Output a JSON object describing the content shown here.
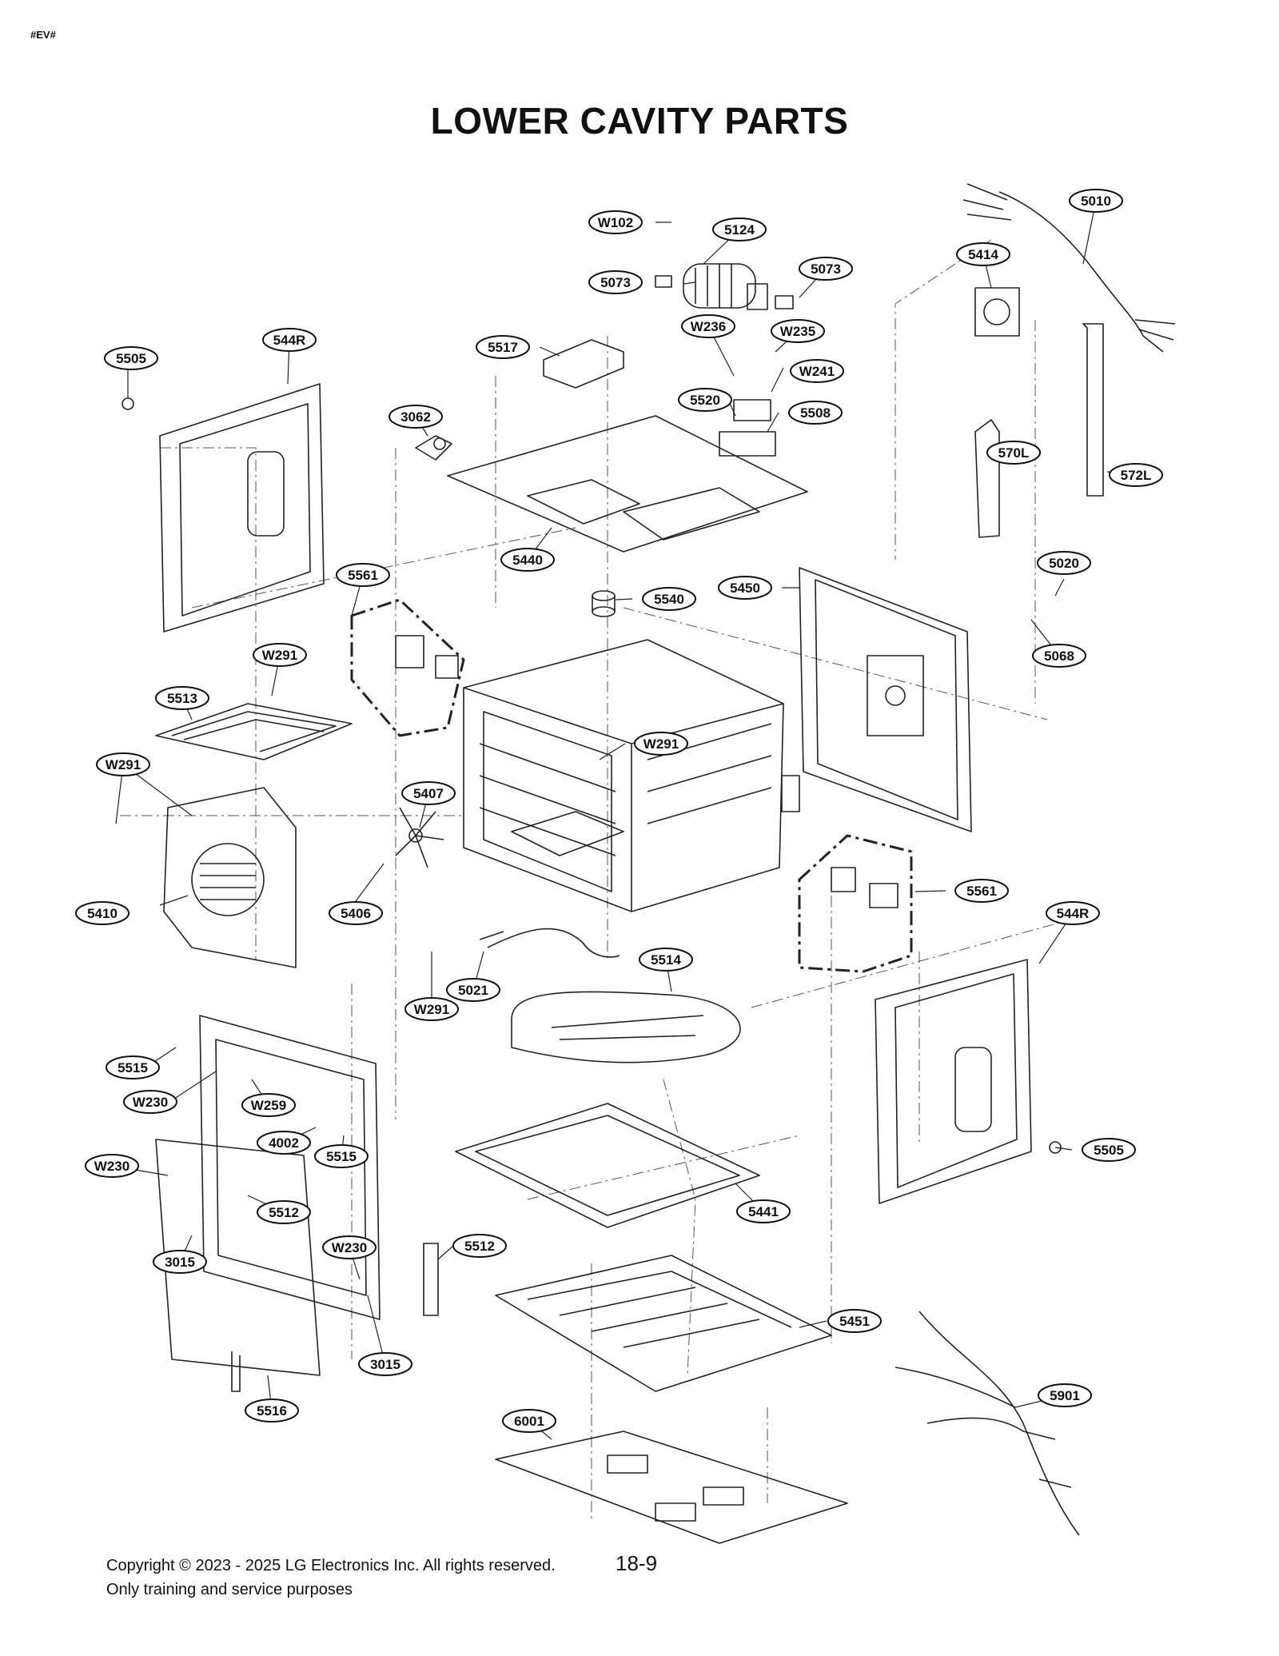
{
  "header": {
    "tag": "#EV#",
    "title": "LOWER CAVITY PARTS"
  },
  "callouts": [
    "5010",
    "W102",
    "5124",
    "5073",
    "5073",
    "5414",
    "W236",
    "W235",
    "5517",
    "W241",
    "5520",
    "5508",
    "5505",
    "544R",
    "3062",
    "570L",
    "572L",
    "5440",
    "5561",
    "5540",
    "5450",
    "5020",
    "5068",
    "W291",
    "5513",
    "W291",
    "W291",
    "5407",
    "5410",
    "5406",
    "5561",
    "544R",
    "5021",
    "W291",
    "5514",
    "5515",
    "W230",
    "W259",
    "4002",
    "5515",
    "5505",
    "W230",
    "5512",
    "5441",
    "W230",
    "5512",
    "3015",
    "5451",
    "3015",
    "5516",
    "5901",
    "6001"
  ],
  "footer": {
    "copyright": "Copyright © 2023 - 2025 LG Electronics Inc. All rights reserved.",
    "note": "Only training and service purposes",
    "page": "18-9"
  }
}
